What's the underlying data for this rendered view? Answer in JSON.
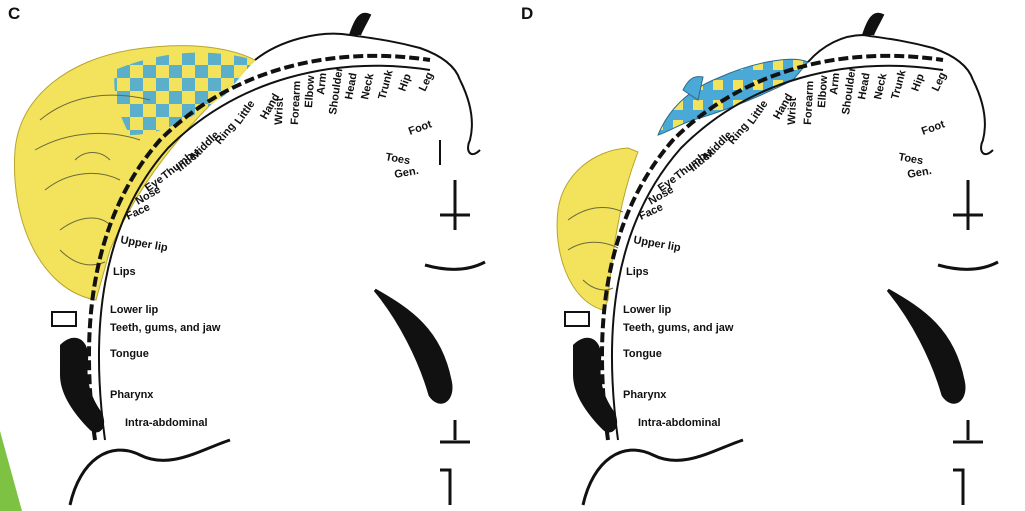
{
  "panels": [
    {
      "letter": "C",
      "labels": [
        "Leg",
        "Hip",
        "Trunk",
        "Neck",
        "Head",
        "Shoulder",
        "Arm",
        "Elbow",
        "Forearm",
        "Wrist",
        "Hand",
        "Little",
        "Ring",
        "Middle",
        "Index",
        "Thumb",
        "Eye",
        "Nose",
        "Face",
        "Upper lip",
        "Lips",
        "Lower lip",
        "Teeth, gums, and jaw",
        "Tongue",
        "Pharynx",
        "Intra-abdominal",
        "Foot",
        "Toes",
        "Gen."
      ],
      "overlay": "face-large"
    },
    {
      "letter": "D",
      "labels": [
        "Leg",
        "Hip",
        "Trunk",
        "Neck",
        "Head",
        "Shoulder",
        "Arm",
        "Elbow",
        "Forearm",
        "Wrist",
        "Hand",
        "Little",
        "Ring",
        "Middle",
        "Index",
        "Thumb",
        "Eye",
        "Nose",
        "Face",
        "Upper lip",
        "Lips",
        "Lower lip",
        "Teeth, gums, and jaw",
        "Tongue",
        "Pharynx",
        "Intra-abdominal",
        "Foot",
        "Toes",
        "Gen."
      ],
      "overlay": "face-small-hand"
    }
  ],
  "colors": {
    "yellow": "#f2e25c",
    "blue": "#4aa9d6",
    "green": "#7dc242",
    "ink": "#111111"
  }
}
